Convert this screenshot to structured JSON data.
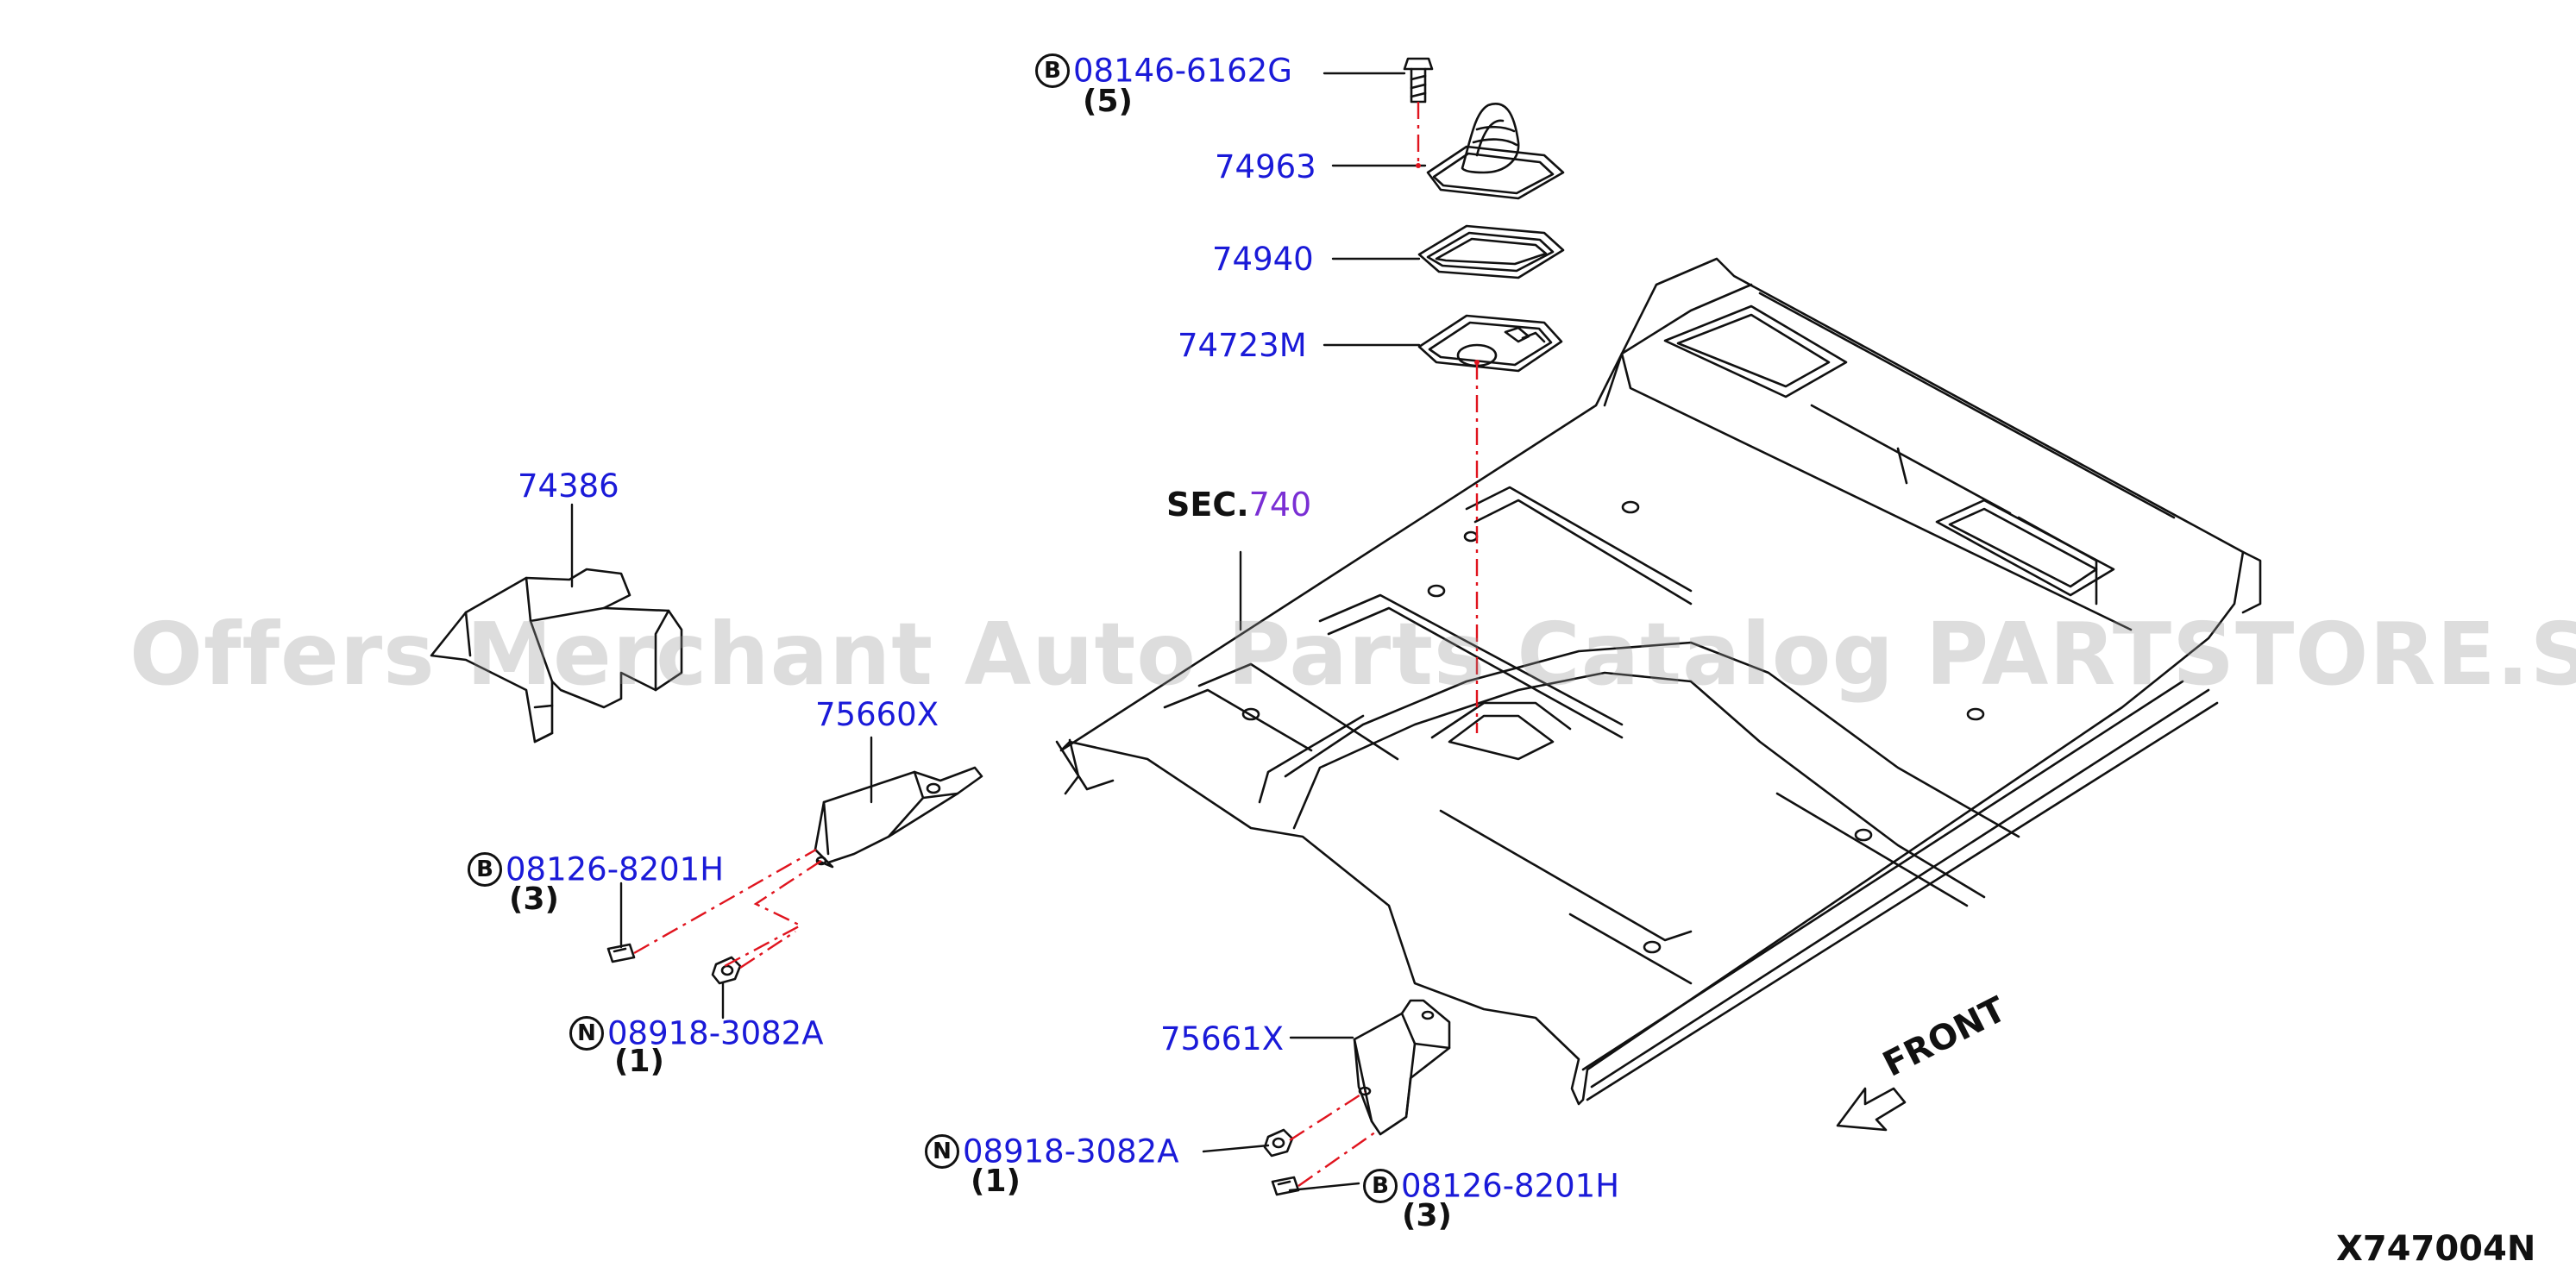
{
  "diagram": {
    "watermark": "Offers Merchant Auto Parts Catalog PARTSTORE.SA",
    "reference_code": "X747004N",
    "section_ref": {
      "word": "SEC.",
      "number": "740"
    },
    "front_label": "FRONT",
    "colors": {
      "part_number": "#1a1ad8",
      "section_number": "#7a2fd4",
      "centerline": "#e0141e",
      "ink": "#111111"
    },
    "callouts": {
      "bolt_top": {
        "badge": "B",
        "number": "08146-6162G",
        "qty": "(5)"
      },
      "boot": {
        "number": "74963"
      },
      "seal": {
        "number": "74940"
      },
      "plate": {
        "number": "74723M"
      },
      "insulator": {
        "number": "74386"
      },
      "bracket_left": {
        "number": "75660X"
      },
      "bolt_left": {
        "badge": "B",
        "number": "08126-8201H",
        "qty": "(3)"
      },
      "nut_left": {
        "badge": "N",
        "number": "08918-3082A",
        "qty": "(1)"
      },
      "bracket_right": {
        "number": "75661X"
      },
      "nut_right": {
        "badge": "N",
        "number": "08918-3082A",
        "qty": "(1)"
      },
      "bolt_right": {
        "badge": "B",
        "number": "08126-8201H",
        "qty": "(3)"
      }
    }
  }
}
